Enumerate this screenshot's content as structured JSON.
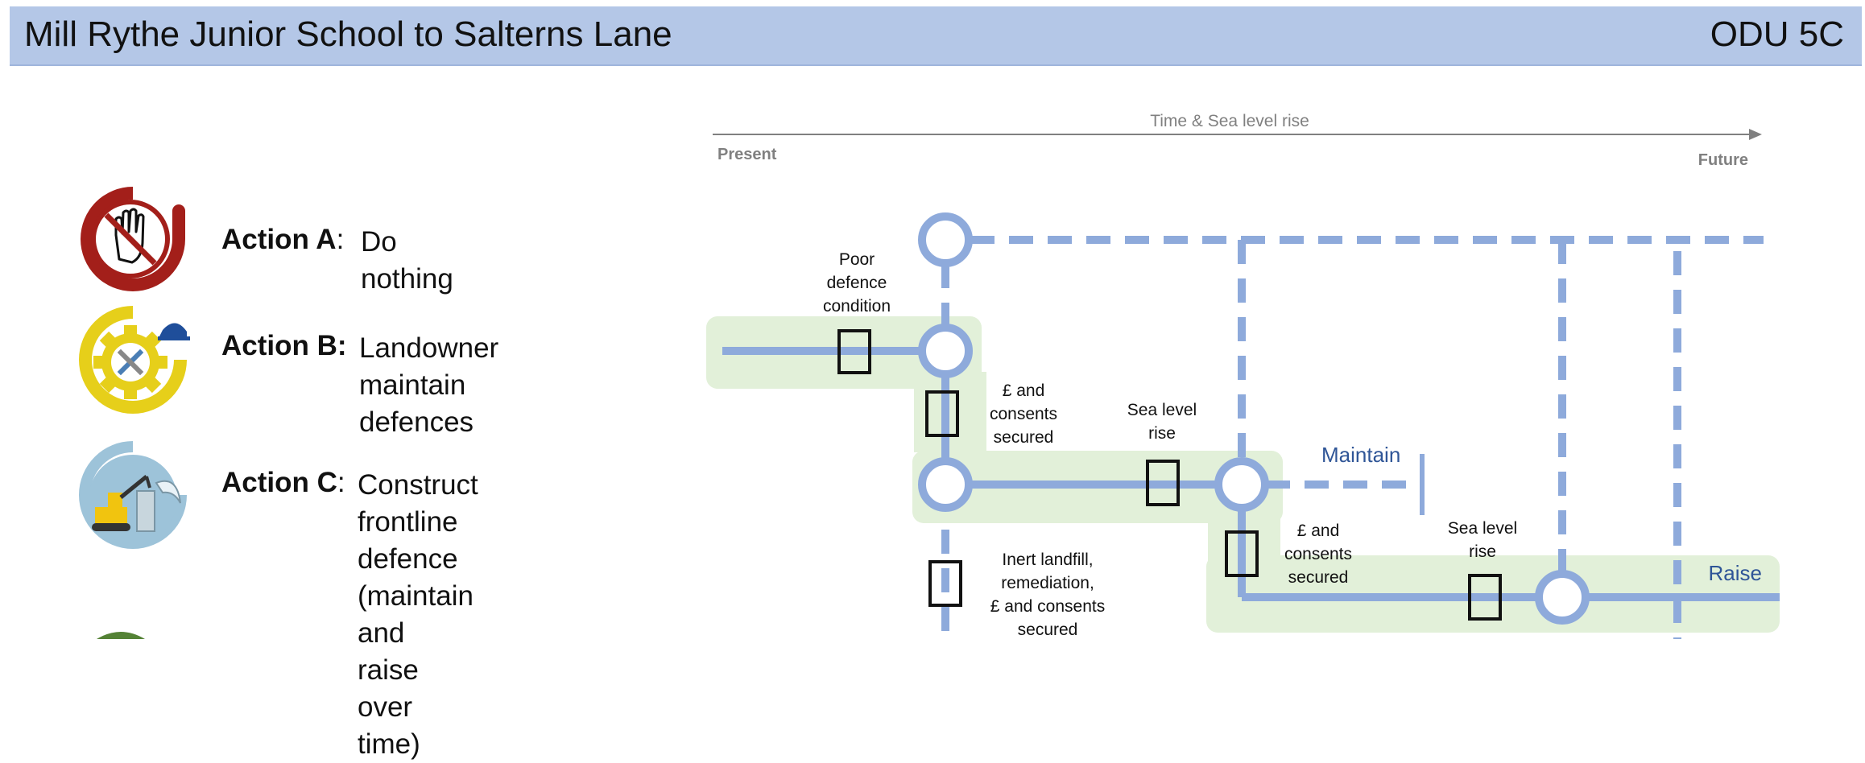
{
  "header": {
    "title": "Mill Rythe Junior School to Salterns Lane",
    "code": "ODU 5C"
  },
  "actions": [
    {
      "label": "Action A",
      "sep": ":",
      "desc": "Do nothing",
      "icon": "stop-hand-icon",
      "color": "#a31f1a"
    },
    {
      "label": "Action B:",
      "sep": "",
      "desc": "Landowner maintain\ndefences",
      "icon": "gear-tools-icon",
      "color": "#e6cf1a"
    },
    {
      "label": "Action C",
      "sep": ":",
      "desc": "Construct frontline\ndefence (maintain and\nraise over time)",
      "icon": "construction-icon",
      "color": "#9dc3d9"
    }
  ],
  "timeline": {
    "axis_label": "Time & Sea level rise",
    "start": "Present",
    "end": "Future"
  },
  "diagram": {
    "notes": {
      "poor": "Poor\ndefence\ncondition",
      "consents1": "£ and\nconsents\nsecured",
      "slr1": "Sea level\nrise",
      "consents2": "£ and\nconsents\nsecured",
      "slr2": "Sea level\nrise",
      "landfill": "Inert landfill,\nremediation,\n£ and consents\nsecured"
    },
    "maintain_label": "Maintain",
    "raise_label": "Raise",
    "colors": {
      "line": "#8eaadb",
      "panel": "#e2f0d9",
      "label": "#2f5597"
    }
  }
}
